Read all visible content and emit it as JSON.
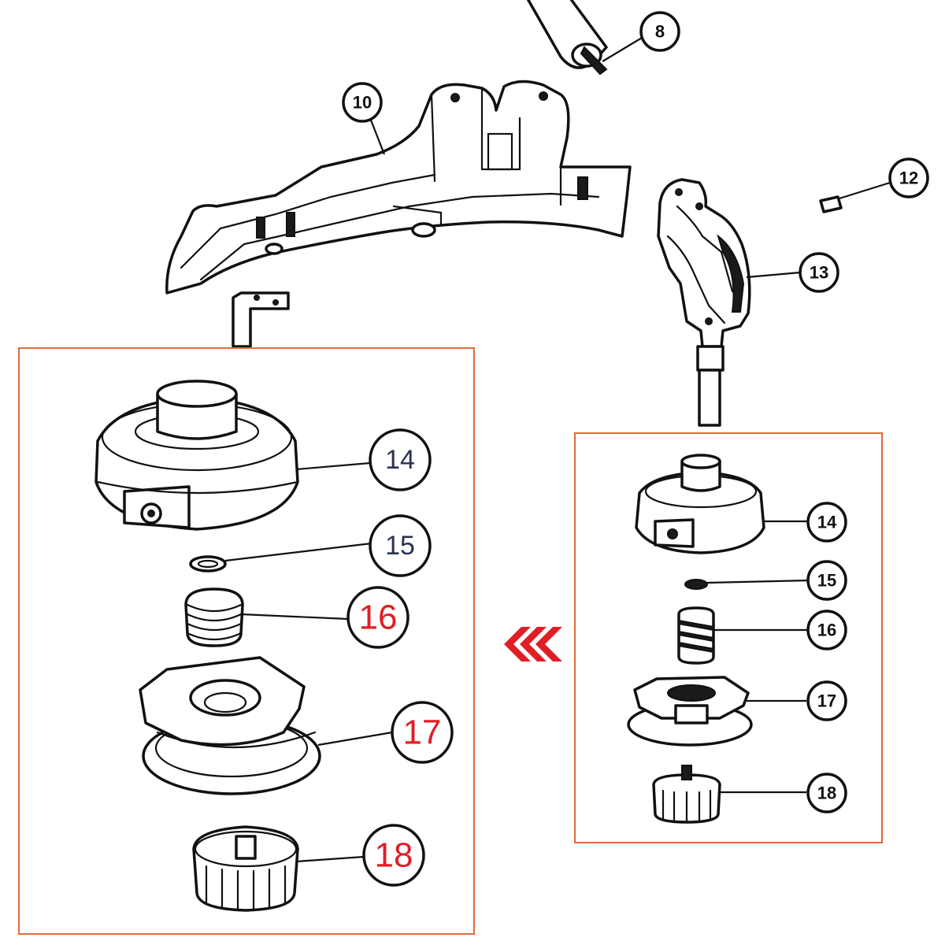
{
  "colors": {
    "frame": "#e06b3a",
    "highlight_text": "#e01e25",
    "label_blue": "#2b3350",
    "ink": "#111111",
    "arrow": "#e01e25"
  },
  "callouts": {
    "top": [
      {
        "id": "8",
        "label": "8"
      },
      {
        "id": "10",
        "label": "10"
      },
      {
        "id": "12",
        "label": "12"
      },
      {
        "id": "13",
        "label": "13"
      }
    ],
    "left_panel": [
      {
        "id": "14",
        "label": "14",
        "text_color": "#2b3350"
      },
      {
        "id": "15",
        "label": "15",
        "text_color": "#2b3350"
      },
      {
        "id": "16",
        "label": "16",
        "text_color": "#e01e25"
      },
      {
        "id": "17",
        "label": "17",
        "text_color": "#e01e25"
      },
      {
        "id": "18",
        "label": "18",
        "text_color": "#e01e25"
      }
    ],
    "right_panel": [
      {
        "id": "14",
        "label": "14"
      },
      {
        "id": "15",
        "label": "15"
      },
      {
        "id": "16",
        "label": "16"
      },
      {
        "id": "17",
        "label": "17"
      },
      {
        "id": "18",
        "label": "18"
      }
    ]
  },
  "arrow_icon": "triple-chevron-left-icon"
}
